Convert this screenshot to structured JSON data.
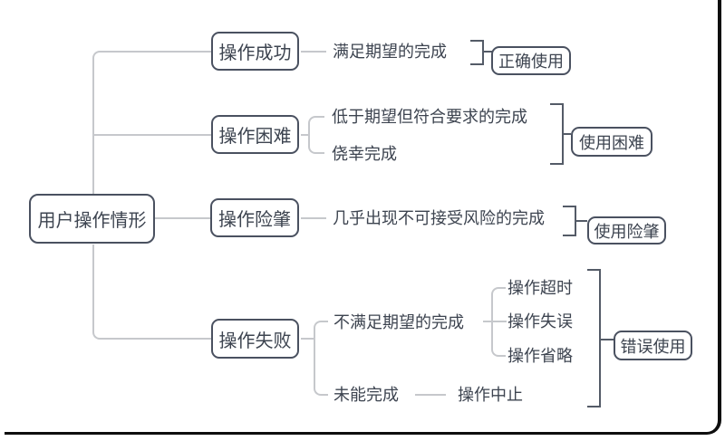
{
  "colors": {
    "node_border": "#4a5160",
    "node_text": "#3d4450",
    "connector_line": "#c6c8cc",
    "summary_bracket": "#545b67",
    "frame_border": "#0e0e0e",
    "background": "#ffffff"
  },
  "diagram": {
    "root": {
      "label": "用户操作情形"
    },
    "branches": [
      {
        "topic": "操作成功",
        "children": [
          {
            "label": "满足期望的完成"
          }
        ],
        "summary": "正确使用"
      },
      {
        "topic": "操作困难",
        "children": [
          {
            "label": "低于期望但符合要求的完成"
          },
          {
            "label": "侥幸完成"
          }
        ],
        "summary": "使用困难"
      },
      {
        "topic": "操作险肇",
        "children": [
          {
            "label": "几乎出现不可接受风险的完成"
          }
        ],
        "summary": "使用险肇"
      },
      {
        "topic": "操作失败",
        "children": [
          {
            "label": "不满足期望的完成",
            "children": [
              "操作超时",
              "操作失误",
              "操作省略"
            ]
          },
          {
            "label": "未能完成",
            "children": [
              "操作中止"
            ]
          }
        ],
        "summary": "错误使用"
      }
    ]
  }
}
